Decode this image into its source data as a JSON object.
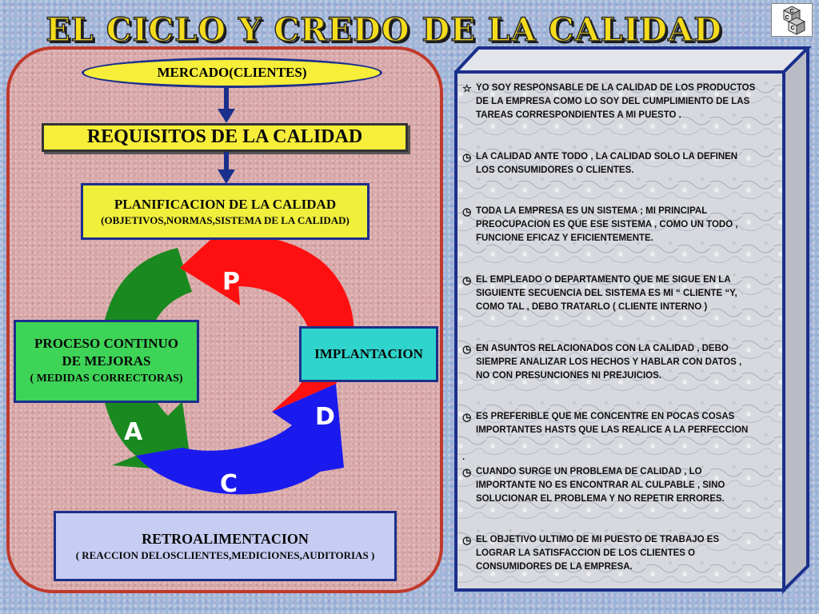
{
  "title": "EL CICLO Y CREDO DE LA CALIDAD",
  "diagram": {
    "mercado": "MERCADO(CLIENTES)",
    "requisitos": "REQUISITOS DE LA CALIDAD",
    "planificacion": "PLANIFICACION DE LA CALIDAD",
    "planificacion_sub": "(OBJETIVOS,NORMAS,SISTEMA DE LA CALIDAD)",
    "proceso_line1": "PROCESO CONTINUO",
    "proceso_line2": "DE MEJORAS",
    "proceso_sub": "( MEDIDAS CORRECTORAS)",
    "implantacion": "IMPLANTACION",
    "retro": "RETROALIMENTACION",
    "retro_sub": "( REACCION DELOSCLIENTES,MEDICIONES,AUDITORIAS )",
    "cycle_letters": {
      "p": "P",
      "d": "D",
      "c": "C",
      "a": "A"
    },
    "cycle_colors": {
      "p": "#ff1010",
      "d": "#ff1010",
      "c": "#1a1aee",
      "a": "#1a8a20"
    }
  },
  "logo": {
    "letters": [
      "C",
      "C",
      "C"
    ]
  },
  "creed": {
    "icons": [
      "star-icon",
      "clock-icon"
    ],
    "items": [
      {
        "icon": "☆",
        "text": "YO SOY RESPONSABLE  DE LA CALIDAD DE LOS PRODUCTOS\nDE LA EMPRESA COMO LO SOY DEL CUMPLIMIENTO DE LAS\nTAREAS CORRESPONDIENTES A MI PUESTO ."
      },
      {
        "icon": "◷",
        "text": "LA CALIDAD ANTE TODO , LA CALIDAD SOLO LA DEFINEN\nLOS CONSUMIDORES O CLIENTES."
      },
      {
        "icon": "◷",
        "text": "TODA LA EMPRESA ES UN SISTEMA ; MI PRINCIPAL\nPREOCUPACION ES QUE ESE SISTEMA , COMO UN TODO ,\n FUNCIONE EFICAZ Y EFICIENTEMENTE."
      },
      {
        "icon": "◷",
        "text": "EL EMPLEADO O DEPARTAMENTO QUE ME SIGUE EN LA\nSIGUIENTE SECUENCIA DEL SISTEMA ES MI “ CLIENTE “Y,\n COMO TAL , DEBO TRATARLO ( CLIENTE INTERNO )"
      },
      {
        "icon": "◷",
        "text": "EN ASUNTOS RELACIONADOS CON LA CALIDAD , DEBO\nSIEMPRE ANALIZAR LOS HECHOS Y HABLAR CON DATOS ,\nNO CON PRESUNCIONES NI PREJUICIOS."
      },
      {
        "icon": "◷",
        "text": "ES PREFERIBLE QUE ME CONCENTRE EN POCAS COSAS\n IMPORTANTES HASTS QUE LAS REALICE A LA PERFECCION"
      },
      {
        "icon": "◷",
        "text": "CUANDO SURGE UN PROBLEMA DE CALIDAD , LO\nIMPORTANTE NO ES ENCONTRAR AL CULPABLE , SINO\nSOLUCIONAR EL PROBLEMA Y NO REPETIR ERRORES."
      },
      {
        "icon": "◷",
        "text": "EL OBJETIVO ULTIMO DE MI PUESTO DE TRABAJO ES\nLOGRAR LA SATISFACCION DE LOS CLIENTES O\nCONSUMIDORES DE LA EMPRESA."
      }
    ],
    "stray_dot": "."
  }
}
